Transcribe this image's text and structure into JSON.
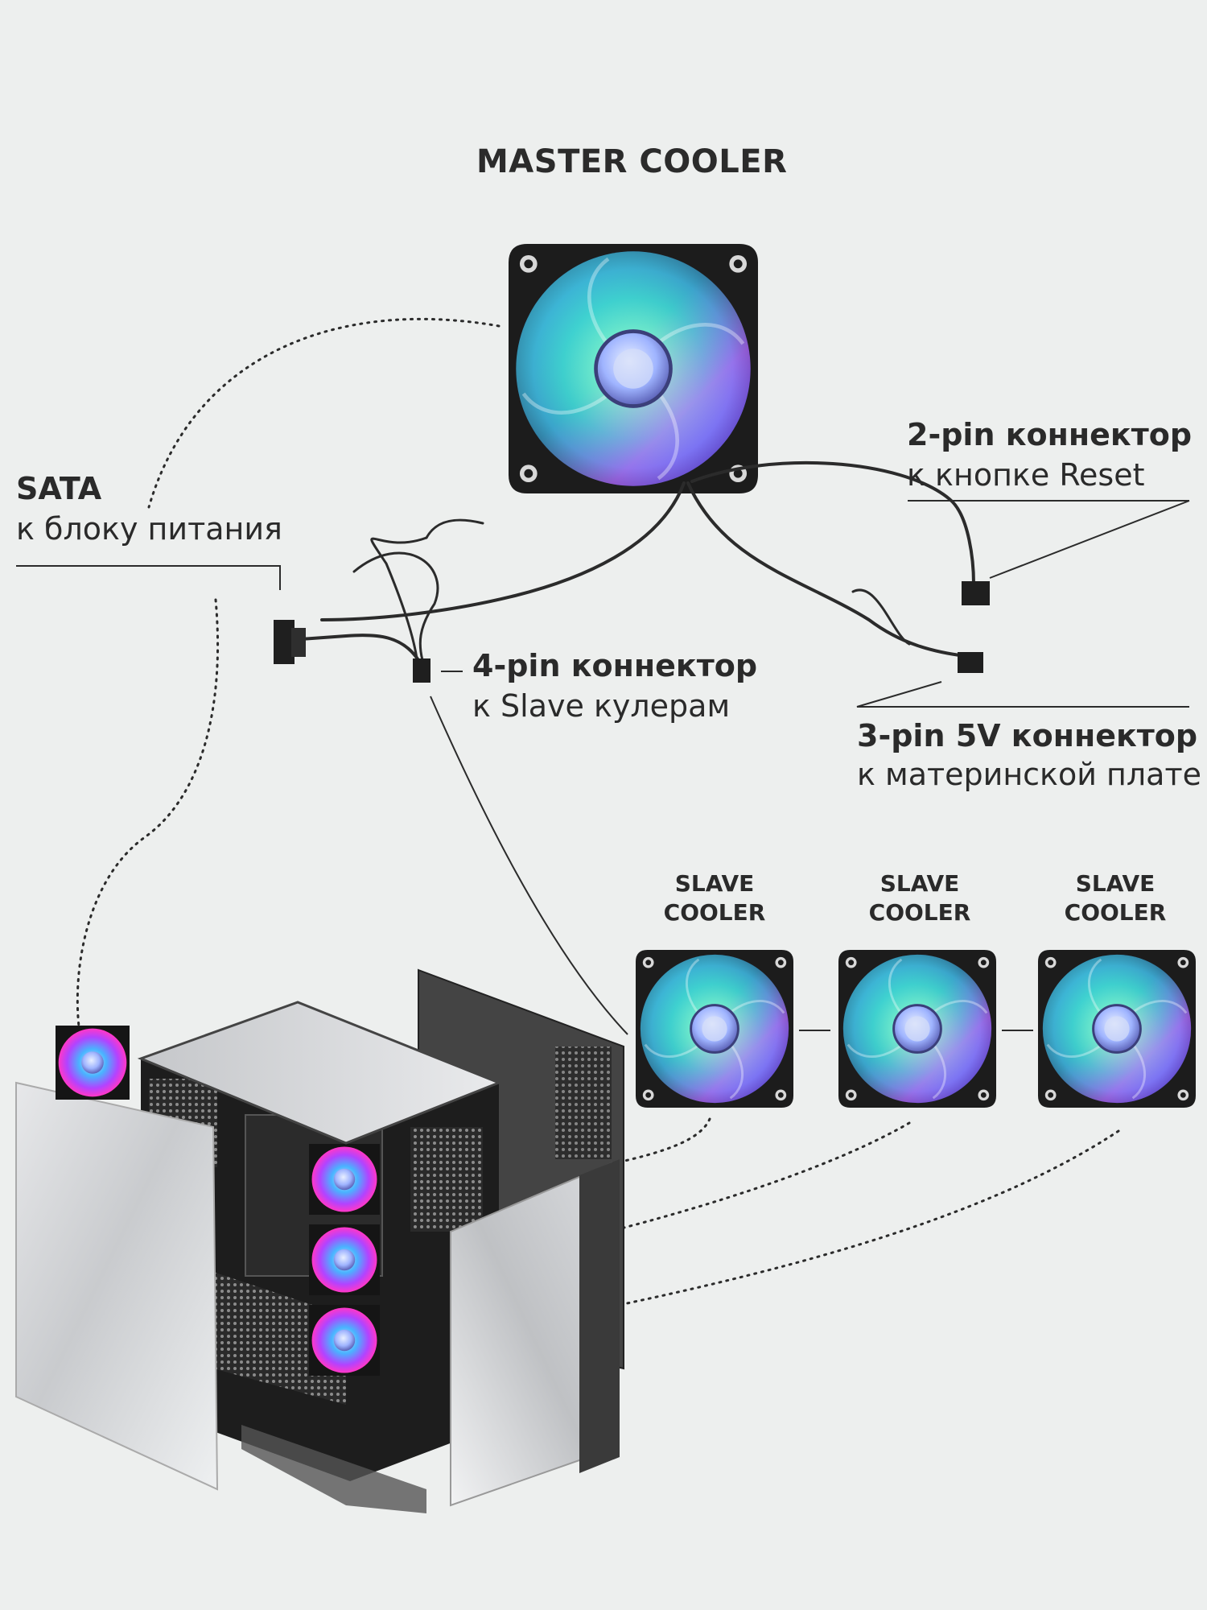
{
  "master": {
    "title": "MASTER COOLER"
  },
  "sata": {
    "title": "SATA",
    "desc": "к блоку питания"
  },
  "pin2": {
    "title": "2-pin коннектор",
    "desc": "к кнопке Reset"
  },
  "pin4": {
    "title": "4-pin коннектор",
    "desc": "к Slave кулерам"
  },
  "pin3": {
    "title": "3-pin 5V коннектор",
    "desc": "к материнской плате"
  },
  "slaves": [
    {
      "line1": "SLAVE",
      "line2": "COOLER"
    },
    {
      "line1": "SLAVE",
      "line2": "COOLER"
    },
    {
      "line1": "SLAVE",
      "line2": "COOLER"
    }
  ],
  "colors": {
    "background": "#edefee",
    "text": "#2a2a2a",
    "fan_frame": "#1c1c1c"
  }
}
